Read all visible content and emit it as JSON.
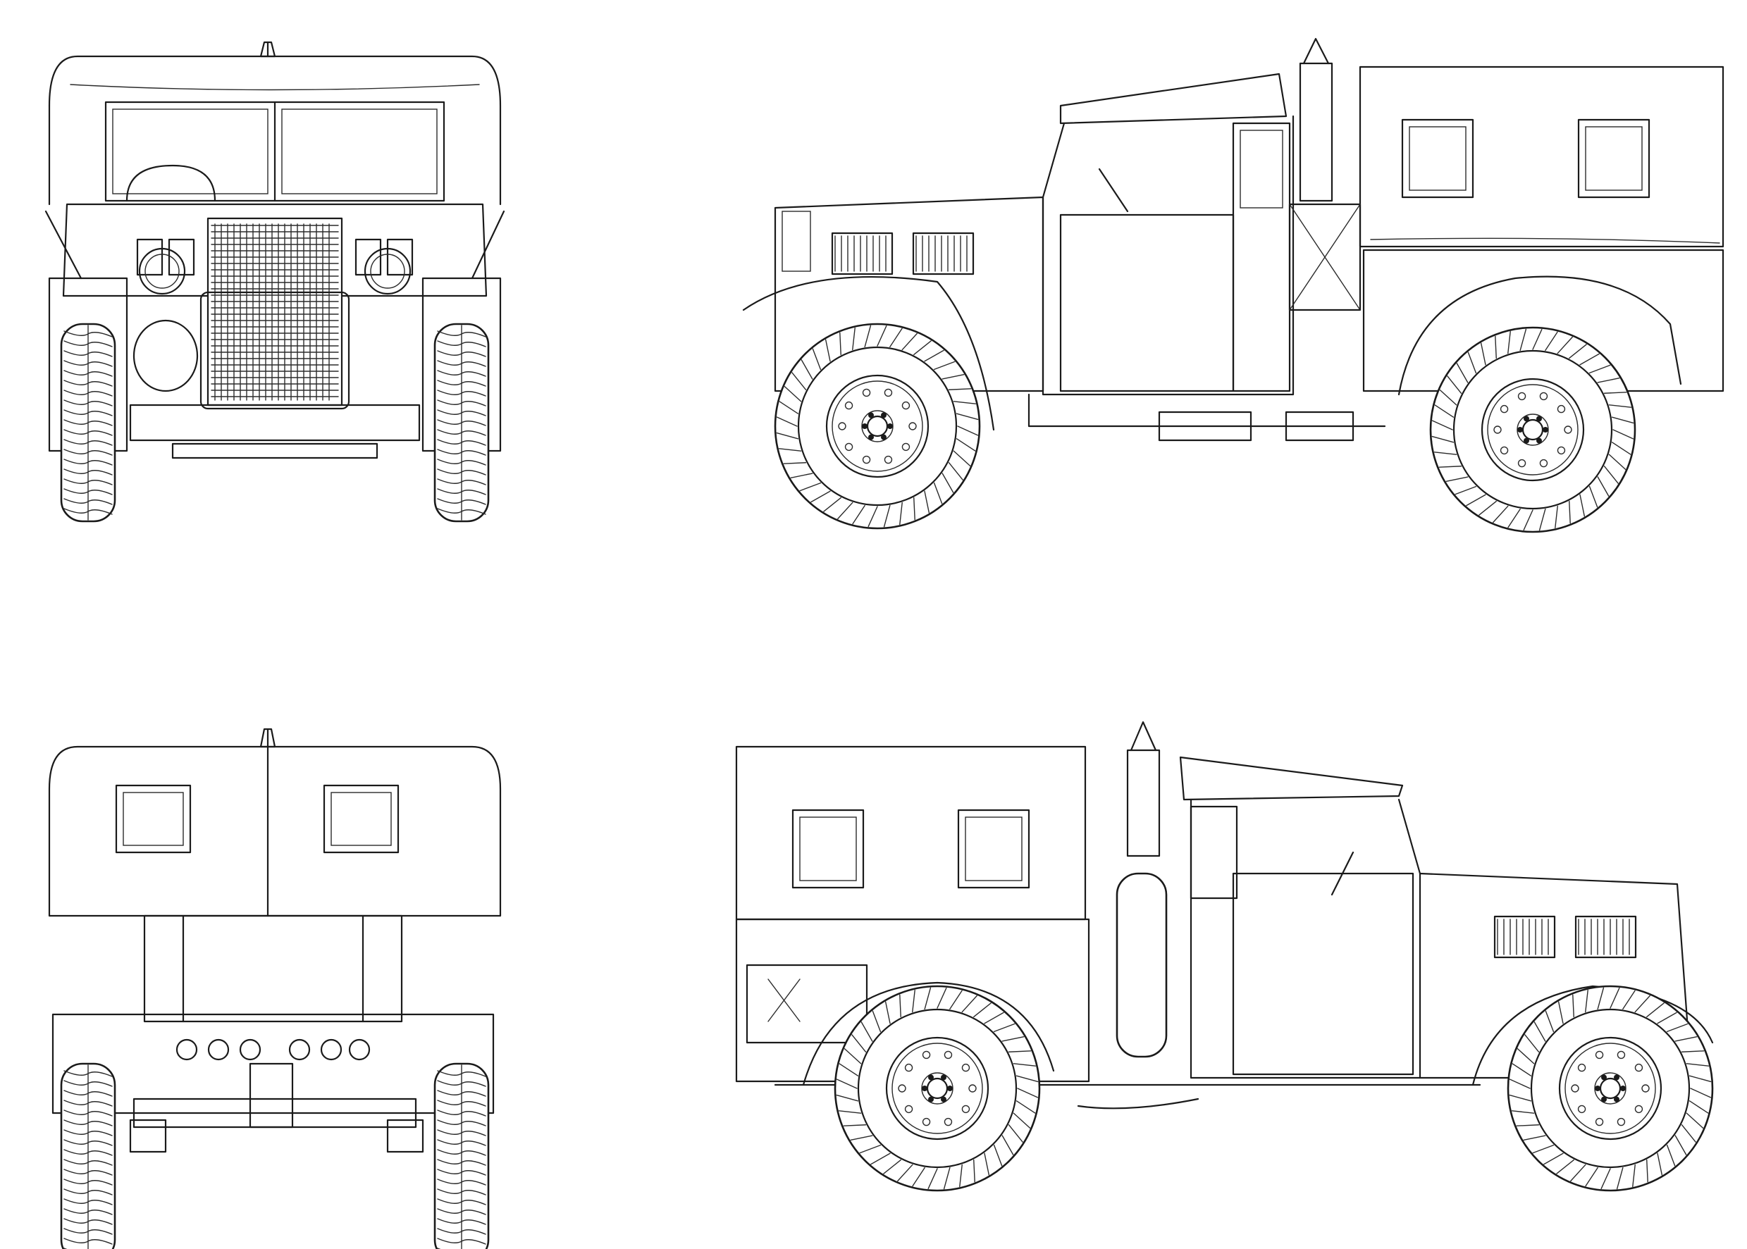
{
  "views": [
    {
      "id": "front",
      "label": ""
    },
    {
      "id": "side-right",
      "label": ""
    },
    {
      "id": "rear",
      "label": ""
    },
    {
      "id": "side-left",
      "label": ""
    }
  ],
  "style": {
    "line_color": "#1a1a1a",
    "background": "#ffffff"
  }
}
